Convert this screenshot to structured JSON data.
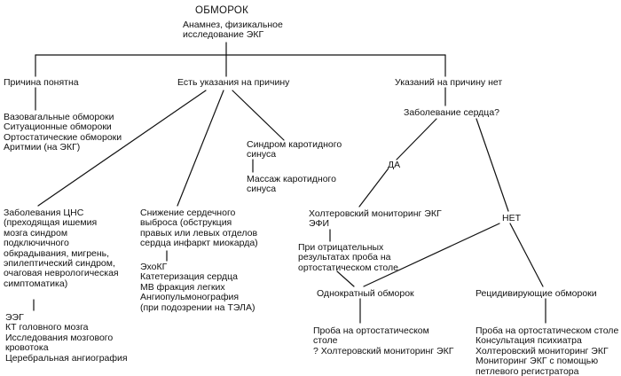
{
  "title": "ОБМОРОК",
  "root": {
    "lines": [
      "Анамнез, физикальное",
      "исследование  ЭКГ"
    ]
  },
  "cause_clear": {
    "heading": "Причина понятна",
    "items": [
      "Вазовагальные обмороки",
      "Ситуационные обмороки",
      "Ортостатические обмороки",
      "Аритмии (на ЭКГ)"
    ]
  },
  "has_indications": {
    "heading": "Есть указания на причину",
    "cns": {
      "lines": [
        "Заболевания ЦНС",
        "(преходящая ишемия",
        "мозга  синдром",
        "подключичного",
        "обкрадывания, мигрень,",
        "эпилептический синдром,",
        "очаговая неврологическая",
        "симптоматика)"
      ],
      "tests": [
        "ЭЭГ",
        "КТ головного мозга",
        "Исследования мозгового",
        "кровотока",
        "Церебральная ангиография"
      ]
    },
    "cardiac_output": {
      "lines": [
        "Снижение сердечного",
        "выброса (обструкция",
        "правых или левых отделов",
        "сердца  инфаркт миокарда)"
      ],
      "tests": [
        "ЭхоКГ",
        "Катетеризация сердца",
        "МВ фракция легких",
        "Ангиопульмонография",
        "(при подозрении на ТЭЛА)"
      ]
    },
    "carotid": {
      "lines": [
        "Синдром каротидного",
        "синуса"
      ],
      "tests": [
        "Массаж каротидного",
        "синуса"
      ]
    }
  },
  "no_indications": {
    "heading": "Указаний на причину нет",
    "question": "Заболевание сердца?",
    "yes_label": "ДА",
    "no_label": "НЕТ",
    "yes_branch": {
      "lines": [
        "Холтеровский мониторинг ЭКГ",
        "ЭФИ"
      ],
      "negative": [
        "При отрицательных",
        "результатах проба на",
        "ортостатическом столе"
      ]
    },
    "single": {
      "heading": "Однократный обморок",
      "tests": [
        "Проба на ортостатическом",
        "столе",
        "? Холтеровский мониторинг ЭКГ"
      ]
    },
    "recurrent": {
      "heading": "Рецидивирующие обмороки",
      "tests": [
        "Проба на ортостатическом столе",
        "Консультация психиатра",
        "Холтеровский мониторинг ЭКГ",
        "Мониторинг ЭКГ с помощью",
        "петлевого регистратора"
      ]
    }
  }
}
